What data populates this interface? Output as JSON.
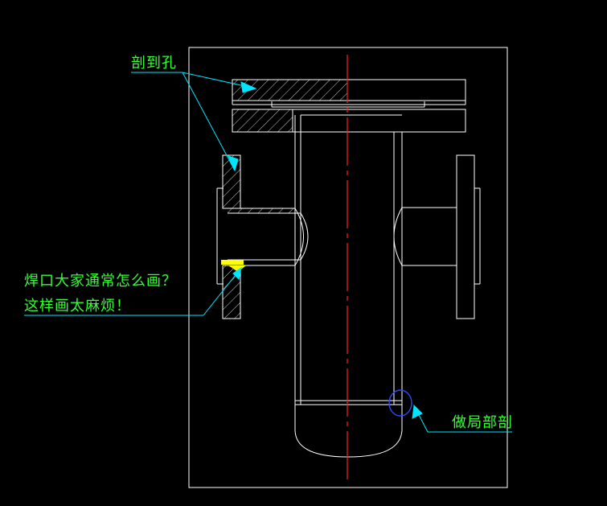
{
  "annotations": {
    "section_hole": "剖到孔",
    "weld_question": "焊口大家通常怎么画？",
    "weld_complaint": "这样画太麻烦！",
    "partial_section": "做局部剖"
  },
  "colors": {
    "background": "#000000",
    "outline": "#ffffff",
    "centerline": "#ff2020",
    "leader": "#00e5ff",
    "text": "#33ff33",
    "weld_fill": "#ffff00",
    "detail_circle": "#2b4dff",
    "border": "#ffffff"
  }
}
